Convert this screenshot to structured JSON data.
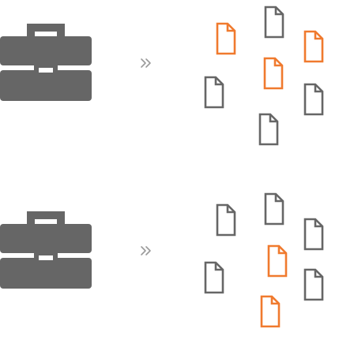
{
  "palette": {
    "gray": "#666666",
    "orange": "#F07A2E",
    "arrow": "#9a9a9a",
    "background": "#ffffff"
  },
  "rows": [
    {
      "source_icon": "briefcase-icon",
      "arrow_icon": "double-chevron-right-icon",
      "files": [
        {
          "icon": "document-icon",
          "status": "highlighted"
        },
        {
          "icon": "document-icon",
          "status": "normal"
        },
        {
          "icon": "document-icon",
          "status": "highlighted"
        },
        {
          "icon": "document-icon",
          "status": "highlighted"
        },
        {
          "icon": "document-icon",
          "status": "normal"
        },
        {
          "icon": "document-icon",
          "status": "normal"
        },
        {
          "icon": "document-icon",
          "status": "normal"
        },
        {
          "icon": "document-icon",
          "status": "normal"
        },
        {
          "icon": "document-icon",
          "status": "normal"
        },
        {
          "icon": "document-icon",
          "status": "normal"
        }
      ]
    },
    {
      "source_icon": "briefcase-icon",
      "arrow_icon": "double-chevron-right-icon",
      "files": [
        {
          "icon": "document-icon",
          "status": "normal"
        },
        {
          "icon": "document-icon",
          "status": "normal"
        },
        {
          "icon": "document-icon",
          "status": "normal"
        },
        {
          "icon": "document-icon",
          "status": "highlighted"
        },
        {
          "icon": "document-icon",
          "status": "normal"
        },
        {
          "icon": "document-icon",
          "status": "normal"
        },
        {
          "icon": "document-icon",
          "status": "highlighted"
        },
        {
          "icon": "document-icon",
          "status": "highlighted"
        },
        {
          "icon": "document-icon",
          "status": "normal"
        },
        {
          "icon": "document-icon",
          "status": "highlighted"
        }
      ]
    }
  ]
}
